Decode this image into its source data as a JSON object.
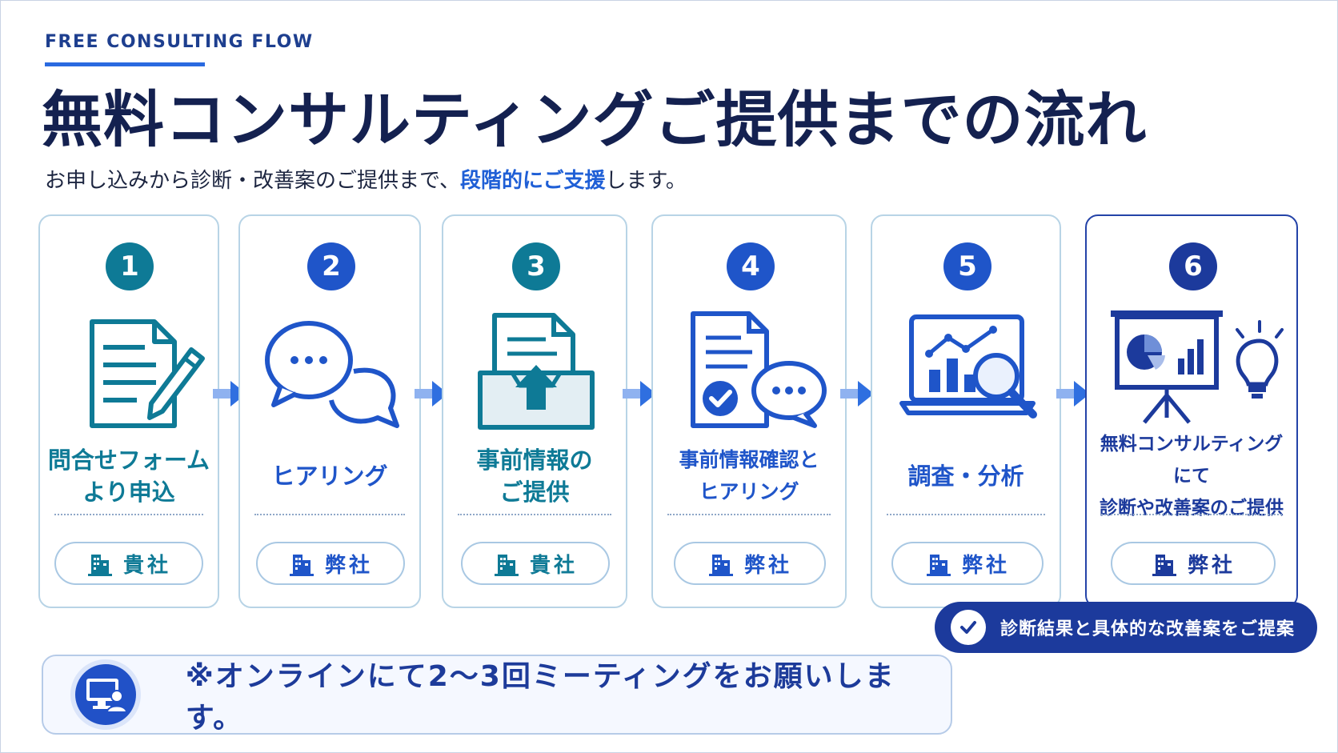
{
  "header": {
    "eyebrow": "FREE CONSULTING FLOW",
    "title": "無料コンサルティングご提供までの流れ",
    "subtitle_pre": "お申し込みから診断・改善案のご提供まで、",
    "subtitle_highlight": "段階的にご支援",
    "subtitle_post": "します。"
  },
  "steps": [
    {
      "number": "1",
      "label": "問合せフォーム\nより申込",
      "party": "貴社",
      "icon": "form-pen-icon",
      "color": "#0e7a96"
    },
    {
      "number": "2",
      "label": "ヒアリング",
      "party": "弊社",
      "icon": "chat-bubbles-icon",
      "color": "#1f55c9"
    },
    {
      "number": "3",
      "label": "事前情報の\nご提供",
      "party": "貴社",
      "icon": "document-upload-icon",
      "color": "#0e7a96"
    },
    {
      "number": "4",
      "label": "事前情報確認と\nヒアリング",
      "party": "弊社",
      "icon": "document-check-chat-icon",
      "color": "#1f55c9"
    },
    {
      "number": "5",
      "label": "調査・分析",
      "party": "弊社",
      "icon": "laptop-analysis-icon",
      "color": "#1f55c9"
    },
    {
      "number": "6",
      "label": "無料コンサルティングにて\n診断や改善案のご提供",
      "party": "弊社",
      "icon": "presentation-lightbulb-icon",
      "color": "#1c3a9c"
    }
  ],
  "proposal_badge": "診断結果と具体的な改善案をご提案",
  "footer_note": "※オンラインにて2～3回ミーティングをお願いします。",
  "colors": {
    "client_teal": "#0e7a96",
    "provider_blue": "#1f55c9",
    "navy": "#1c3a9c",
    "arrow_blue": "#2f6fe0"
  }
}
